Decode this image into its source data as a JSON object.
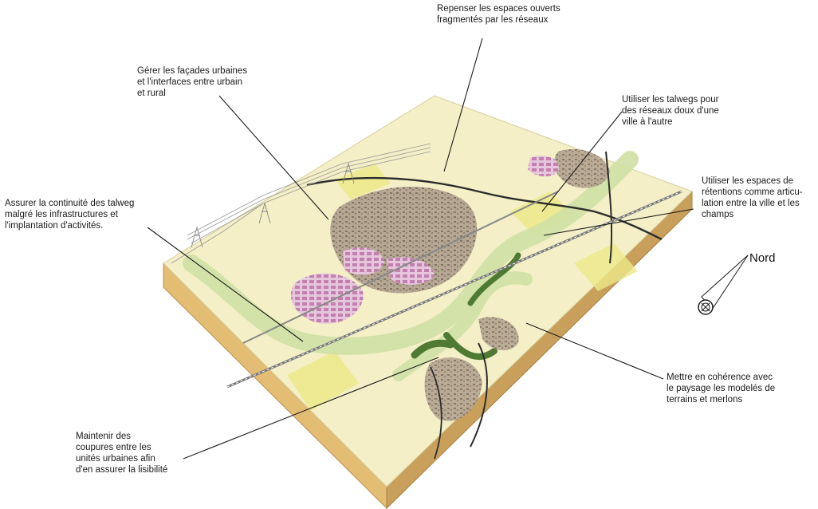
{
  "annotations": [
    {
      "id": "reseaux",
      "lines": [
        "Repenser les espaces ouverts",
        "fragmentés par les réseaux"
      ]
    },
    {
      "id": "facades",
      "lines": [
        "Gérer les façades urbaines",
        "et l'interfaces entre urbain",
        "et rural"
      ]
    },
    {
      "id": "talwegs",
      "lines": [
        "Utiliser les talwegs pour",
        "des réseaux doux d'une",
        "ville à l'autre"
      ]
    },
    {
      "id": "retentions",
      "lines": [
        "Utiliser les espaces de",
        "rétentions comme articu-",
        "lation entre la ville et les",
        "champs"
      ]
    },
    {
      "id": "continuite",
      "lines": [
        "Assurer la continuité des talweg",
        "malgré les infrastructures et",
        "l'implantation d'activités."
      ]
    },
    {
      "id": "merlons",
      "lines": [
        "Mettre en cohérence avec",
        "le paysage les modelés de",
        "terrains et merlons"
      ]
    },
    {
      "id": "coupures",
      "lines": [
        "Maintenir des",
        "coupures entre les",
        "unités urbaines afin",
        "d'en assurer la lisibilité"
      ]
    }
  ],
  "compass": {
    "label": "Nord",
    "icon": "north-arrow-icon"
  },
  "colors": {
    "terrain": "#f4efc6",
    "soil_front": "#e6c07a",
    "soil_side": "#caa15e",
    "green_light": "#cfe0a4",
    "green_dark": "#4f7a34",
    "urban": "#a89683",
    "houses": "#c98bb8",
    "roads": "#2d2d2d",
    "fields_yellow": "#ece98a"
  }
}
